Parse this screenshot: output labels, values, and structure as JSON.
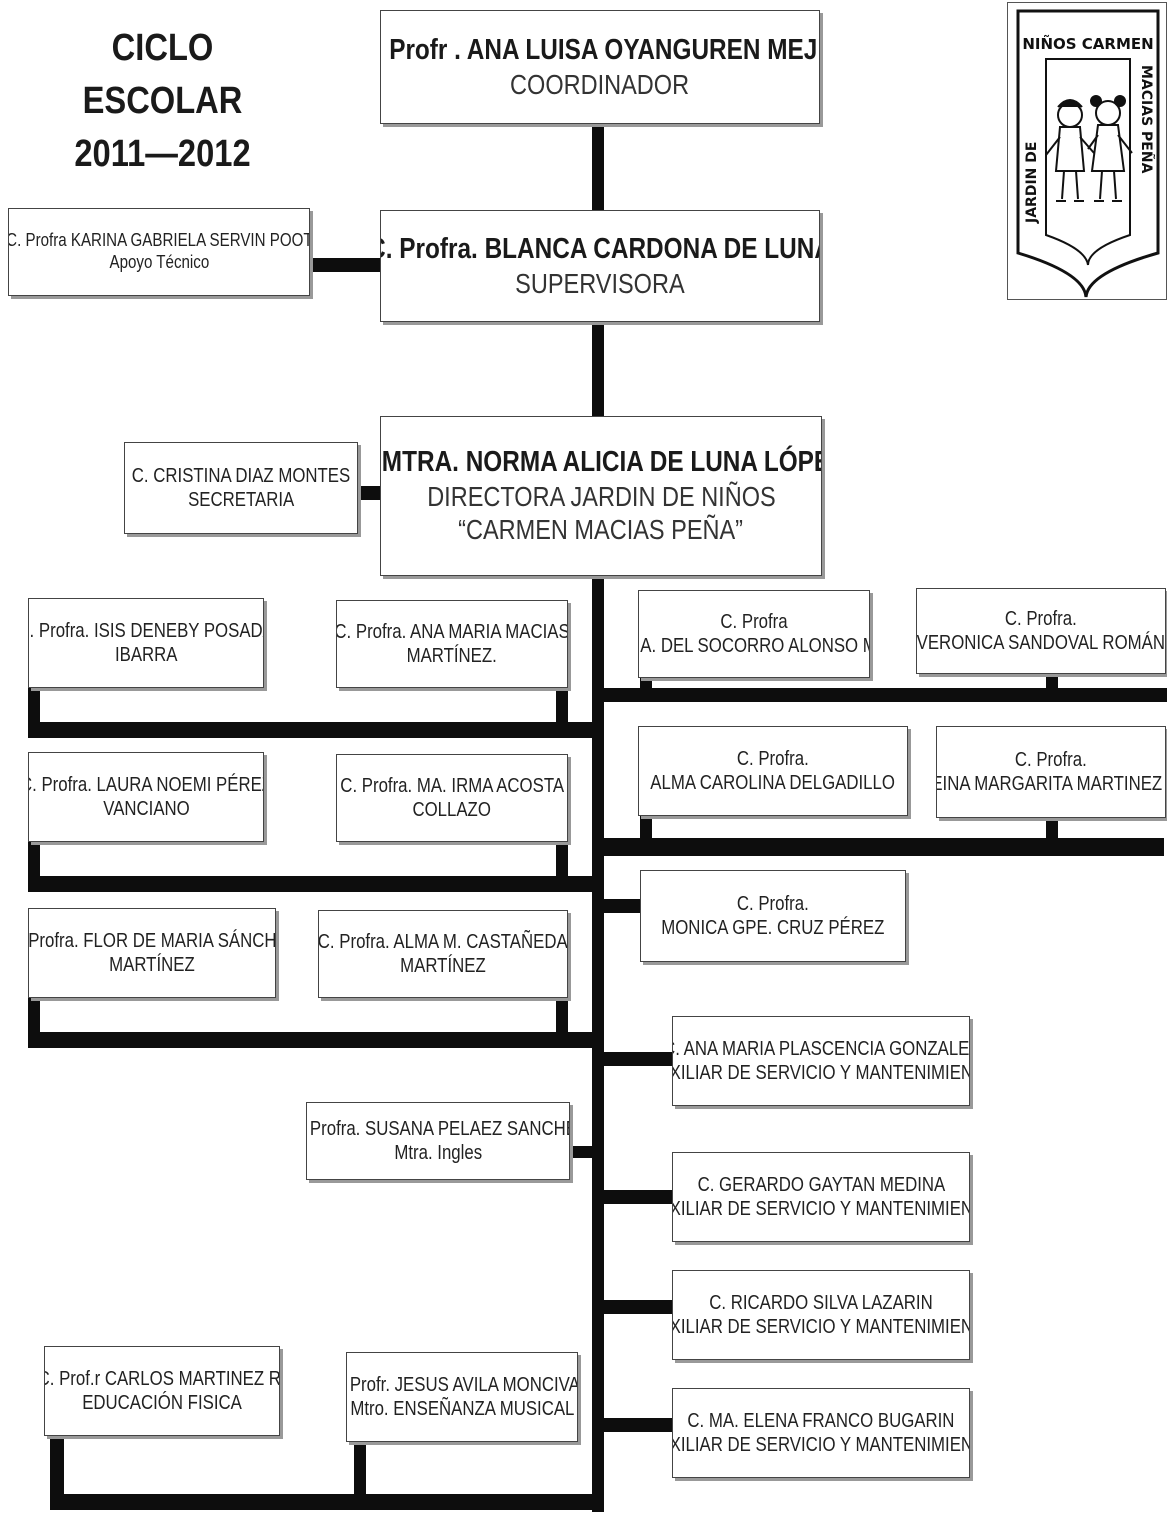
{
  "header": {
    "title_line1": "CICLO ESCOLAR",
    "title_line2": "2011—2012"
  },
  "logo": {
    "text_top": "NIÑOS CARMEN",
    "text_left": "JARDIN DE",
    "text_right": "MACIAS PEÑA"
  },
  "coordinador": {
    "name": "C. Profr . ANA LUISA OYANGUREN MEJIA",
    "role": "COORDINADOR"
  },
  "supervisora": {
    "name": "C. Profra. BLANCA CARDONA DE LUNA",
    "role": "SUPERVISORA"
  },
  "apoyo": {
    "name": "C. Profra KARINA GABRIELA SERVIN POOT",
    "role": "Apoyo Técnico"
  },
  "directora": {
    "name": "C.MTRA. NORMA ALICIA DE LUNA LÓPEZ",
    "role": "DIRECTORA JARDIN DE NIÑOS",
    "school": "“CARMEN MACIAS PEÑA”"
  },
  "secretaria": {
    "name": "C. CRISTINA  DIAZ MONTES",
    "role": "SECRETARIA"
  },
  "teachers": {
    "isis": {
      "l1": "C. Profra. ISIS DENEBY POSADA",
      "l2": "IBARRA"
    },
    "ana_maria": {
      "l1": "C. Profra. ANA MARIA MACIAS",
      "l2": "MARTÍNEZ."
    },
    "socorro": {
      "l1": "C. Profra",
      "l2": "MA. DEL SOCORRO ALONSO M."
    },
    "veronica": {
      "l1": "C. Profra.",
      "l2": "VERONICA SANDOVAL ROMÁN"
    },
    "laura": {
      "l1": "C. Profra. LAURA NOEMI PÉREZ",
      "l2": "VANCIANO"
    },
    "irma": {
      "l1": "C. Profra. MA. IRMA ACOSTA",
      "l2": "COLLAZO"
    },
    "alma_carolina": {
      "l1": "C. Profra.",
      "l2": "ALMA CAROLINA DELGADILLO"
    },
    "reina": {
      "l1": "C. Profra.",
      "l2": "REINA MARGARITA MARTINEZ H."
    },
    "flor": {
      "l1": "C. Profra. FLOR DE MARIA  SÁNCHEZ",
      "l2": "MARTÍNEZ"
    },
    "alma_m": {
      "l1": "C. Profra. ALMA M.  CASTAÑEDA",
      "l2": "MARTÍNEZ"
    },
    "monica": {
      "l1": "C. Profra.",
      "l2": "MONICA GPE. CRUZ PÉREZ"
    },
    "susana": {
      "l1": "C. Profra. SUSANA PELAEZ SANCHEZ",
      "l2": "Mtra. Ingles"
    },
    "carlos": {
      "l1": "C. Prof.r  CARLOS MARTINEZ R.",
      "l2": "EDUCACIÓN FISICA"
    },
    "jesus": {
      "l1": "C. Profr. JESUS AVILA MONCIVAIZ",
      "l2": "Mtro. ENSEÑANZA MUSICAL"
    }
  },
  "staff": {
    "plascencia": {
      "l1": "C. ANA MARIA PLASCENCIA GONZALEZ",
      "l2": "AUXILIAR DE SERVICIO Y MANTENIMIENTO"
    },
    "gaytan": {
      "l1": "C. GERARDO GAYTAN MEDINA",
      "l2": "AUXILIAR DE SERVICIO Y MANTENIMIENTO"
    },
    "silva": {
      "l1": "C. RICARDO SILVA LAZARIN",
      "l2": "AUXILIAR DE SERVICIO Y MANTENIMIENTO"
    },
    "franco": {
      "l1": "C. MA. ELENA FRANCO BUGARIN",
      "l2": "AUXILIAR DE SERVICIO Y MANTENIMIENTO"
    }
  }
}
